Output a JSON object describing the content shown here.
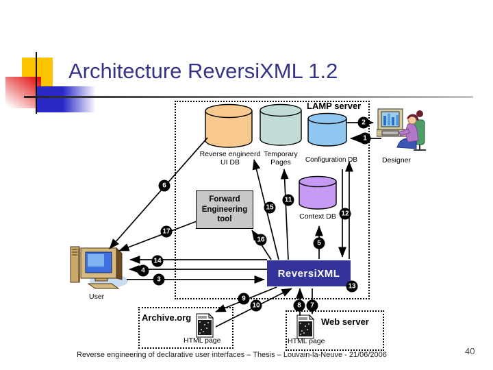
{
  "slide": {
    "title": "Architecture ReversiXML 1.2",
    "footer": "Reverse engineering of declarative user interfaces – Thesis – Louvain-la-Neuve - 21/06/2006",
    "page_number": "40"
  },
  "diagram": {
    "lamp_server_label": "LAMP server",
    "databases": {
      "reverse_ui_db": {
        "label": "Reverse engineerd UI DB",
        "color": "#F8C98E"
      },
      "temporary_pages": {
        "label": "Temporary Pages",
        "color": "#C2DDD8"
      },
      "configuration_db": {
        "label": "Configuration DB",
        "color": "#8FC7F0"
      },
      "context_db": {
        "label": "Context DB",
        "color": "#C69AF5"
      }
    },
    "forward_engineering_tool_label": "Forward Engineering tool",
    "reversixml": {
      "label": "ReversiXML",
      "color": "#333399"
    },
    "archive": {
      "label": "Archive.org",
      "page_label": "HTML page"
    },
    "web_server": {
      "label": "Web server",
      "page_label": "HTML page"
    },
    "designer_label": "Designer",
    "user_label": "User",
    "badges": {
      "n1": "1",
      "n2": "2",
      "n3": "3",
      "n4": "4",
      "n5": "5",
      "n6": "6",
      "n7": "7",
      "n8": "8",
      "n9": "9",
      "n10": "10",
      "n11": "11",
      "n12": "12",
      "n13": "13",
      "n14": "14",
      "n15": "15",
      "n16": "16",
      "n17": "17"
    }
  }
}
